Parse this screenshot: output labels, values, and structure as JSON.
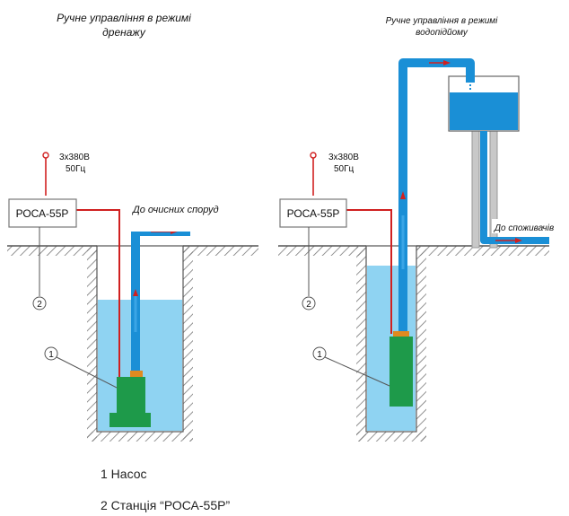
{
  "left": {
    "caption_line1": "Ручне управління в режимі",
    "caption_line2": "дренажу",
    "voltage": "3х380В",
    "frequency": "50Гц",
    "station": "РОСА-55Р",
    "outlet": "До очисних споруд",
    "marker_station": "2",
    "marker_pump": "1"
  },
  "right": {
    "caption_line1": "Ручне управління в режимі",
    "caption_line2": "водопідйому",
    "voltage": "3х380В",
    "frequency": "50Гц",
    "station": "РОСА-55Р",
    "outlet": "До споживачів",
    "marker_station": "2",
    "marker_pump": "1"
  },
  "legend": {
    "item1": "1 Насос",
    "item2": "2 Станція “РОСА-55Р”"
  },
  "colors": {
    "water": "#8fd3f2",
    "pipe": "#1a8fd6",
    "cable": "#d02020",
    "pump": "#1e9a4a",
    "pump_connector": "#e08a20",
    "ground": "#666666",
    "tower_leg": "#c8c8c8"
  }
}
